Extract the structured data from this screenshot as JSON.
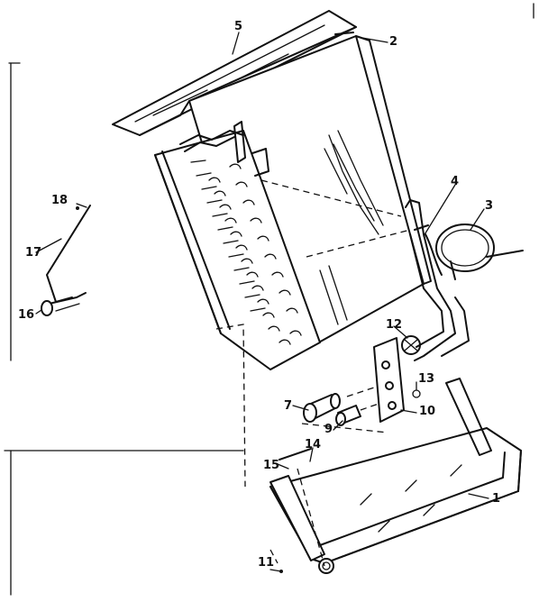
{
  "callouts": [
    {
      "id": "c1",
      "text": "1"
    },
    {
      "id": "c2",
      "text": "2"
    },
    {
      "id": "c3",
      "text": "3"
    },
    {
      "id": "c4",
      "text": "4"
    },
    {
      "id": "c5",
      "text": "5"
    },
    {
      "id": "c7",
      "text": "7"
    },
    {
      "id": "c9",
      "text": "9"
    },
    {
      "id": "c10",
      "text": "10"
    },
    {
      "id": "c11",
      "text": "11"
    },
    {
      "id": "c12",
      "text": "12"
    },
    {
      "id": "c13",
      "text": "13"
    },
    {
      "id": "c14",
      "text": "14"
    },
    {
      "id": "c15",
      "text": "15"
    },
    {
      "id": "c16",
      "text": "16"
    },
    {
      "id": "c17",
      "text": "17"
    },
    {
      "id": "c18",
      "text": "18"
    }
  ]
}
